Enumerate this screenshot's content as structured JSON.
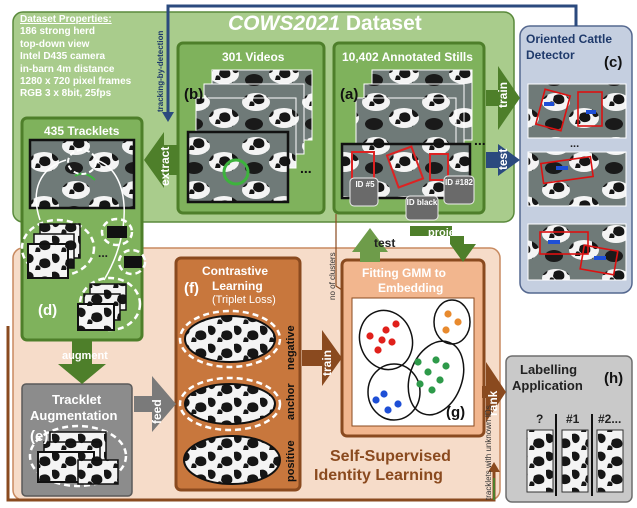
{
  "dataset": {
    "properties_title": "Dataset Properties:",
    "properties": [
      "186 strong herd",
      "top-down view",
      "Intel D435 camera",
      "in-barn 4m distance",
      "1280 x 720 pixel frames",
      "RGB 3 x 8bit, 25fps"
    ],
    "title_italic": "COWS2021",
    "title_rest": " Dataset",
    "videos_label": "301 Videos",
    "stills_label": "10,402 Annotated Stills",
    "ellipsis": "...",
    "id_tags": [
      "ID #5",
      "ID black",
      "ID #182"
    ]
  },
  "detector": {
    "title_line1": "Oriented Cattle",
    "title_line2": "Detector",
    "letter": "(c)",
    "ellipsis": "..."
  },
  "tracklets": {
    "title": "435 Tracklets",
    "ellipsis": "..."
  },
  "augmentation": {
    "title_line1": "Tracklet",
    "title_line2": "Augmentation"
  },
  "contrastive": {
    "title_line1": "Contrastive",
    "title_line2": "Learning",
    "subtitle": "(Triplet Loss)",
    "labels": [
      "positive",
      "anchor",
      "negative"
    ]
  },
  "gmm": {
    "title_line1": "Fitting GMM to",
    "title_line2": "Embedding"
  },
  "self_supervised": {
    "line1": "Self-Supervised",
    "line2": "Identity Learning"
  },
  "labelling": {
    "title_line1": "Labelling",
    "title_line2": "Application",
    "letter": "(h)",
    "ids": [
      "?",
      "#1",
      "#2..."
    ]
  },
  "letters": {
    "a": "(a)",
    "b": "(b)",
    "d": "(d)",
    "e": "(e)",
    "f": "(f)",
    "g": "(g)"
  },
  "arrows": {
    "train_top": "train",
    "test_top": "test",
    "extract": "extract",
    "test_mid": "test",
    "project": "project",
    "augment": "augment",
    "feed": "feed",
    "train_mid": "train",
    "rank": "rank",
    "tracking_by_detection": "tracking-by-detection",
    "no_of_clusters": "no of clusters",
    "tracklets_unknown": "tracklets with unknown IDs"
  },
  "colors": {
    "dataset_bg": "#a9cc8c",
    "dark_green": "#4e7f2a",
    "detector_bg": "#c5cfe0",
    "dark_blue": "#2b4a7e",
    "ssl_bg": "#f6dcc9",
    "brown": "#8a4a1f",
    "grey_panel": "#8c8c8c",
    "cluster_red": "#e0201b",
    "cluster_orange": "#e88a2e",
    "cluster_green": "#2e9a4a",
    "cluster_blue": "#1e4fd6"
  }
}
